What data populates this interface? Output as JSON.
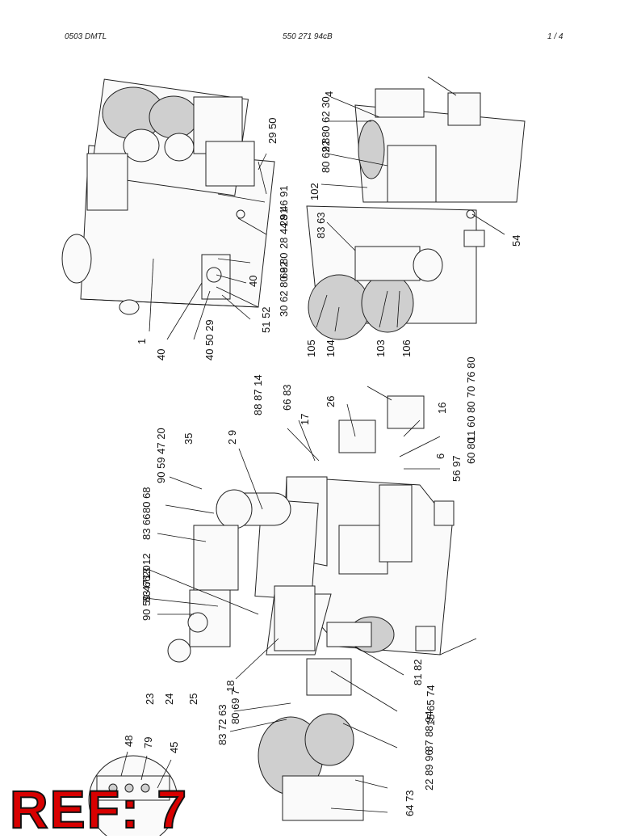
{
  "header": {
    "left": "0503 DMTL",
    "center": "550 271 94cB",
    "right": "1 /   4"
  },
  "ref_badge": "REF: 7",
  "top_left_labels": [
    "29 50",
    "28 46 91",
    "28 44 91",
    "68 80",
    "40",
    "30 62 80 92",
    "51 52",
    "1",
    "40",
    "40 50 29"
  ],
  "top_right_labels": [
    "4",
    "92 80 62 30",
    "80 62 8",
    "102",
    "83 63",
    "54",
    "105",
    "104",
    "103",
    "106"
  ],
  "bottom_labels": [
    "88 87 14",
    "66 83",
    "26",
    "70 76 80",
    "16",
    "11 60 80",
    "60 80",
    "6",
    "56 97",
    "17",
    "35",
    "2 9",
    "90 59 47 20",
    "80 68",
    "83 66",
    "13 12",
    "83 66",
    "90 59 47 20",
    "23",
    "24",
    "25",
    "18",
    "80 69 7",
    "83 72 63",
    "48",
    "79",
    "45",
    "81 82",
    "15 65 74",
    "87 88 94",
    "22 89 96",
    "64 73"
  ]
}
